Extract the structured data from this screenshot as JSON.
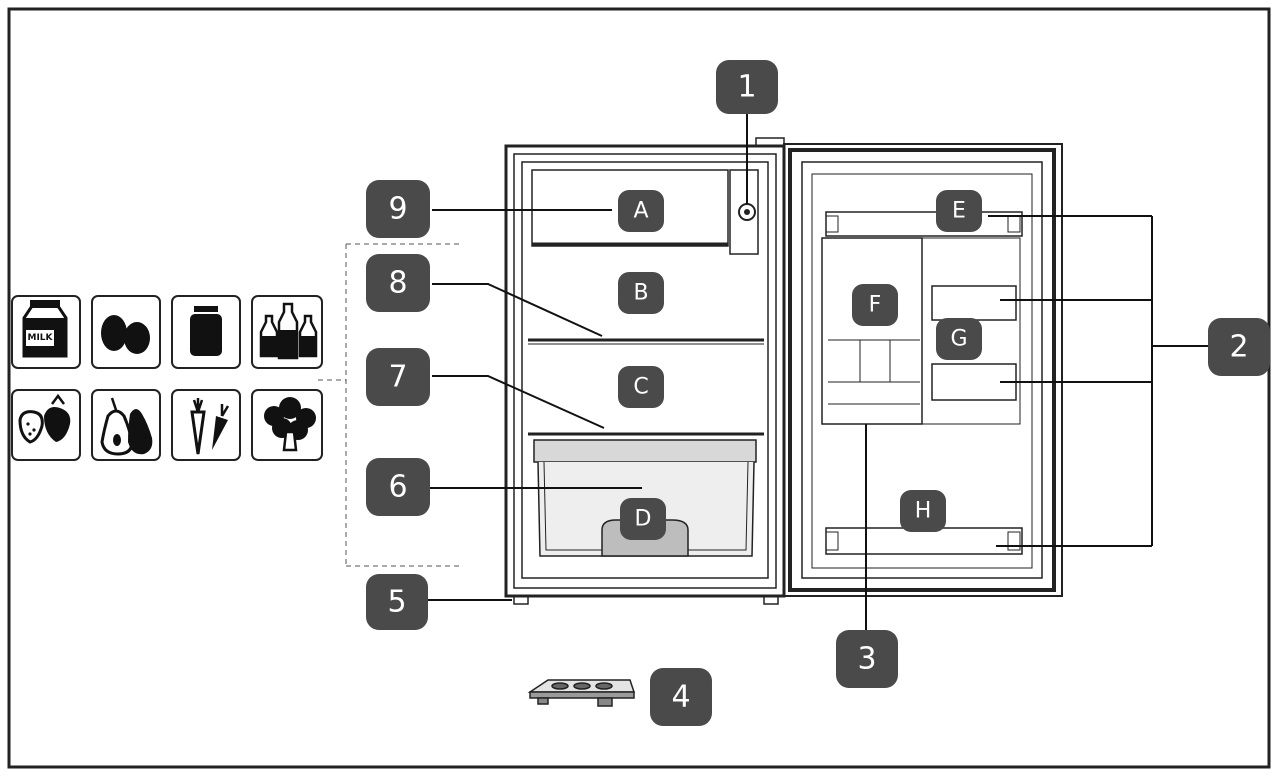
{
  "callouts": {
    "n1": "1",
    "n2": "2",
    "n3": "3",
    "n4": "4",
    "n5": "5",
    "n6": "6",
    "n7": "7",
    "n8": "8",
    "n9": "9"
  },
  "zones": {
    "a": "A",
    "b": "B",
    "c": "C",
    "d": "D",
    "e": "E",
    "f": "F",
    "g": "G",
    "h": "H"
  },
  "food_icons": {
    "milk_label": "MILK",
    "items": [
      "milk-carton-icon",
      "eggs-icon",
      "jar-icon",
      "bottles-icon",
      "strawberries-icon",
      "pears-icon",
      "carrots-icon",
      "broccoli-icon"
    ]
  },
  "colors": {
    "callout_fill": "#4a4a4a",
    "line": "#111111",
    "frame": "#222222"
  }
}
